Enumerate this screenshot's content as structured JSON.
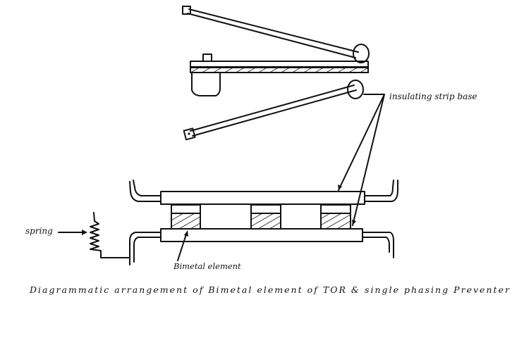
{
  "labels": {
    "insulating": "insulating strip base",
    "spring": "spring",
    "bimetal": "Bimetal element",
    "caption": "Diagrammatic arrangement of Bimetal element of TOR & single phasing Preventer"
  },
  "colors": {
    "ink": "#111111",
    "paper": "#ffffff"
  }
}
